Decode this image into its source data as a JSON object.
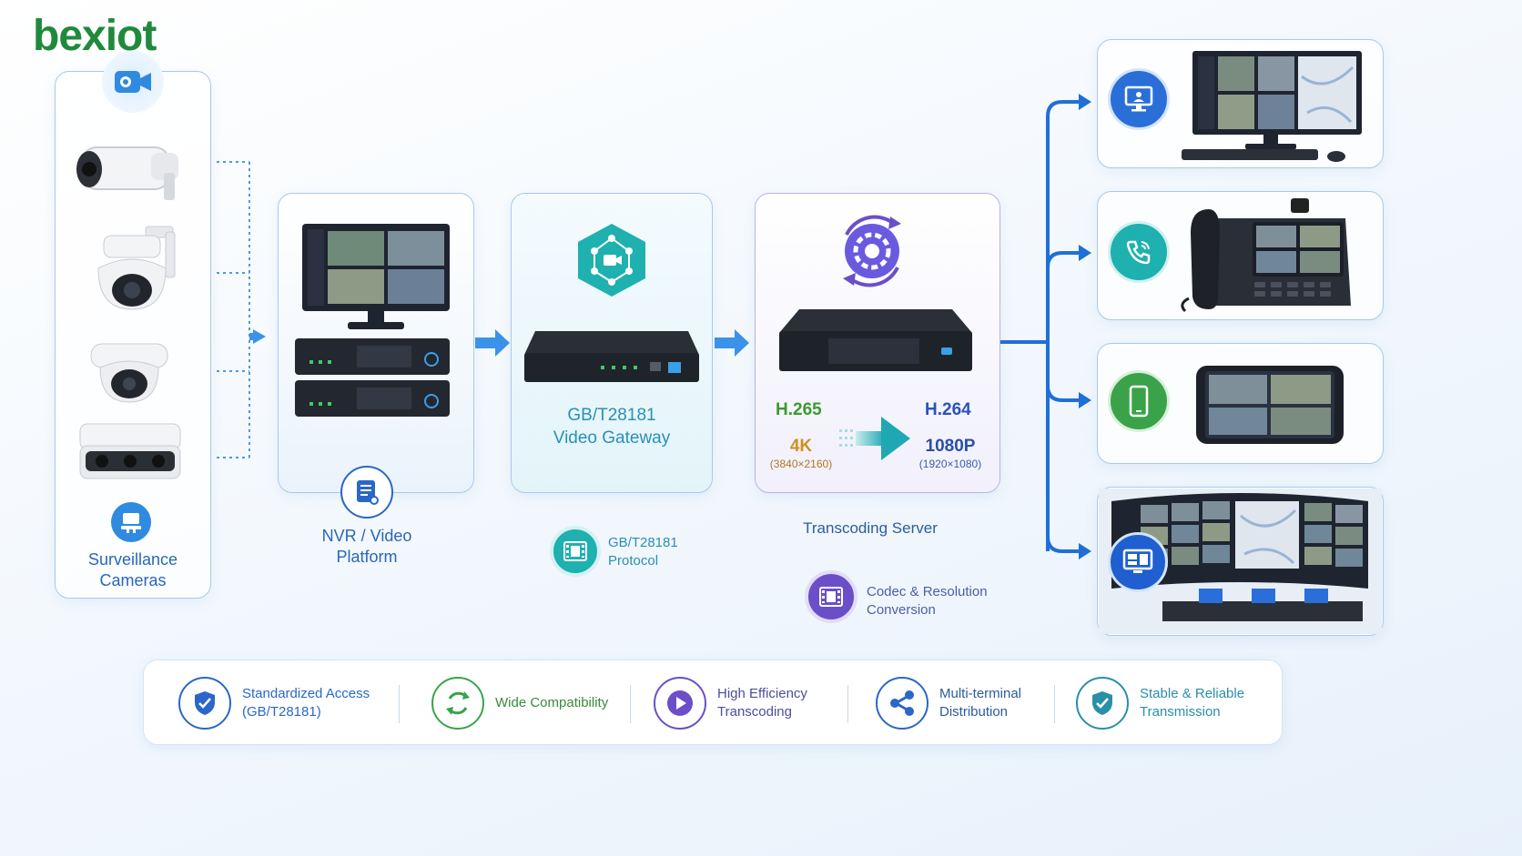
{
  "brand": {
    "logo_text": "bexiot"
  },
  "cameras": {
    "label_line1": "Surveillance",
    "label_line2": "Cameras"
  },
  "nvr": {
    "label_line1": "NVR / Video",
    "label_line2": "Platform"
  },
  "gateway": {
    "title_line1": "GB/T28181",
    "title_line2": "Video Gateway",
    "protocol_line1": "GB/T28181",
    "protocol_line2": "Protocol"
  },
  "transcoder": {
    "input_codec": "H.265",
    "output_codec": "H.264",
    "input_res": "4K",
    "input_res_detail": "(3840×2160)",
    "output_res": "1080P",
    "output_res_detail": "(1920×1080)",
    "label": "Transcoding Server",
    "feature_line1": "Codec & Resolution",
    "feature_line2": "Conversion"
  },
  "features": [
    {
      "line1": "Standardized Access",
      "line2": "(GB/T28181)",
      "icon": "shield-check-icon",
      "color": "#2a67c8"
    },
    {
      "line1": "Wide Compatibility",
      "line2": "",
      "icon": "sync-icon",
      "color": "#3aa34a"
    },
    {
      "line1": "High Efficiency",
      "line2": "Transcoding",
      "icon": "play-icon",
      "color": "#6a4fc8"
    },
    {
      "line1": "Multi-terminal",
      "line2": "Distribution",
      "icon": "share-icon",
      "color": "#2a67c8"
    },
    {
      "line1": "Stable & Reliable",
      "line2": "Transmission",
      "icon": "shield-check-icon",
      "color": "#2a8fa8"
    }
  ],
  "colors": {
    "blue": "#2a67c8",
    "teal": "#1fb0b0",
    "purple": "#6a4fc8",
    "green": "#3aa34a",
    "arrow": "#3a93e8"
  }
}
